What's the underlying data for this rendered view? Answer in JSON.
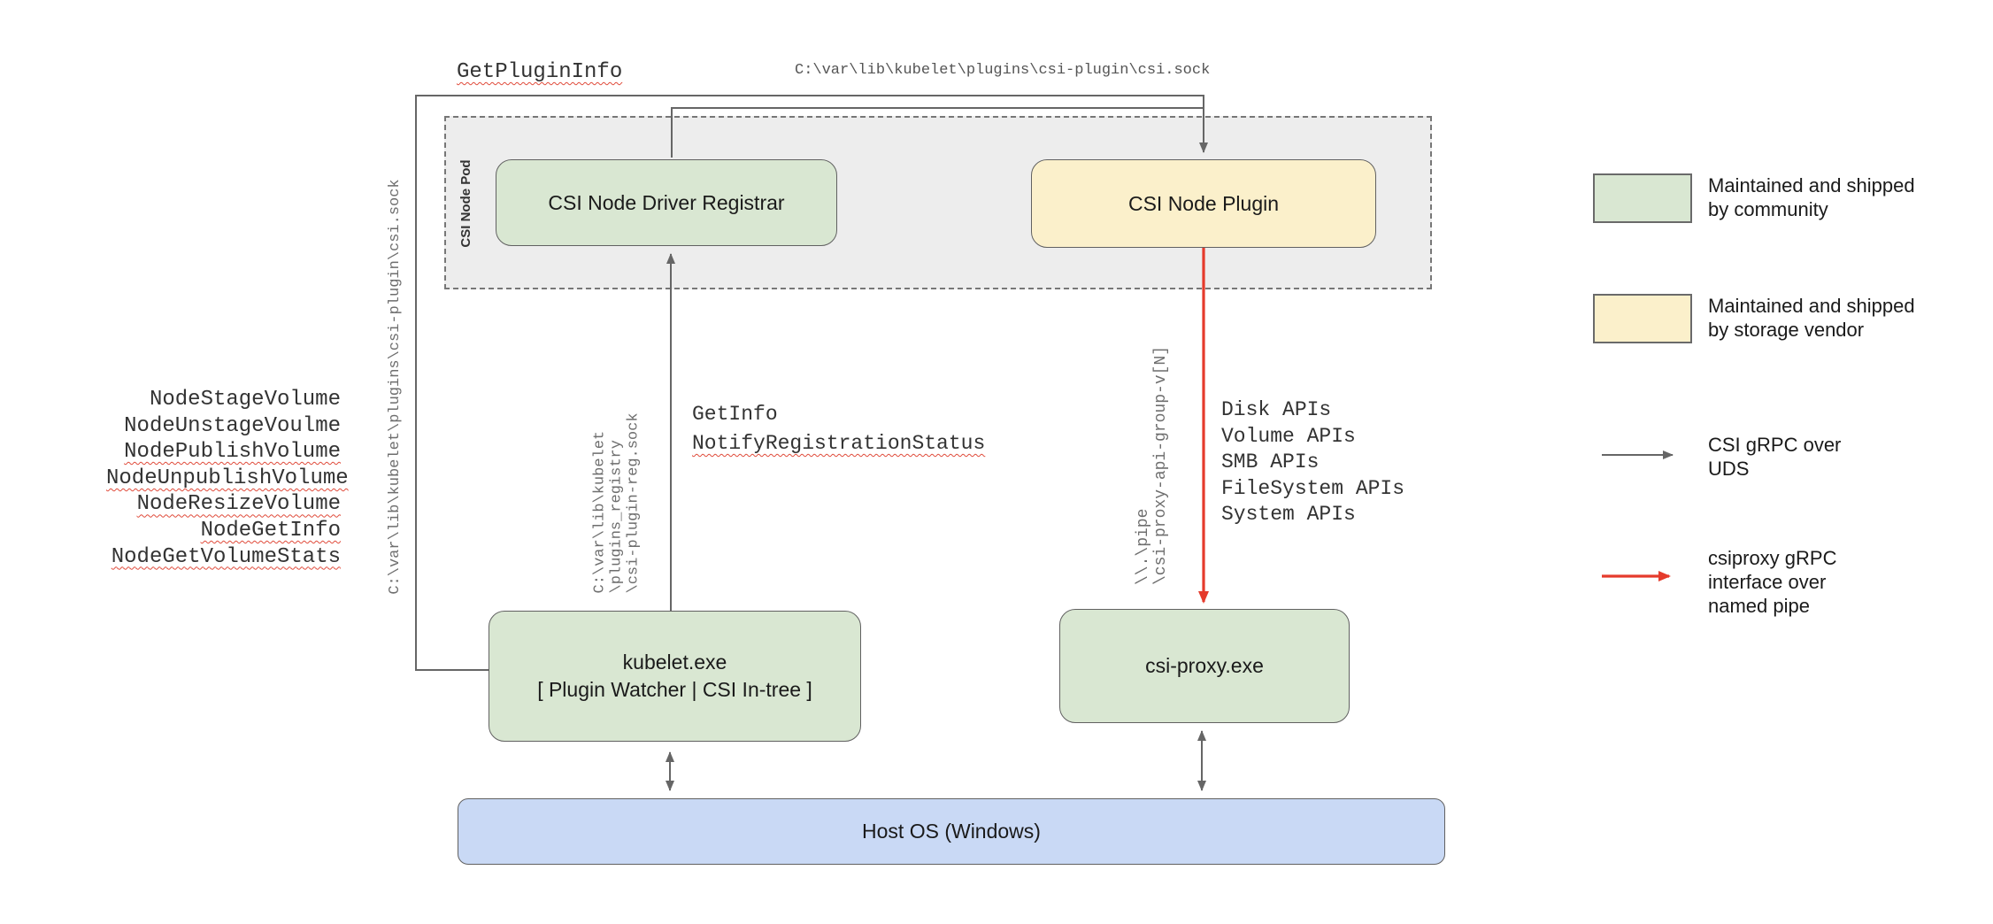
{
  "colors": {
    "green-fill": "#d9e7d2",
    "yellow-fill": "#fbf0cb",
    "blue-fill": "#c9d9f5",
    "pod-fill": "#ededed",
    "line-gray": "#666666",
    "line-red": "#e53b2c",
    "squiggle-red": "#e04a3a"
  },
  "top": {
    "get_plugin_info": "GetPluginInfo",
    "csi_sock_path": "C:\\var\\lib\\kubelet\\plugins\\csi-plugin\\csi.sock"
  },
  "pod": {
    "label": "CSI Node Pod"
  },
  "boxes": {
    "registrar": "CSI Node Driver Registrar",
    "plugin": "CSI Node Plugin",
    "kubelet": "kubelet.exe\n[ Plugin Watcher | CSI In-tree ]",
    "csi_proxy": "csi-proxy.exe",
    "host_os": "Host OS (Windows)"
  },
  "left_panel": {
    "csi_sock_vertical": "C:\\var\\lib\\kubelet\\plugins\\csi-plugin\\csi.sock",
    "node_calls": [
      "NodeStageVolume",
      "NodeUnstageVoulme",
      "NodePublishVolume",
      "NodeUnpublishVolume",
      "NodeResizeVolume",
      "NodeGetInfo",
      "NodeGetVolumeStats"
    ]
  },
  "registration": {
    "registry_path": "C:\\var\\lib\\kubelet\n\\plugins_registry\n\\csi-plugin-reg.sock",
    "get_info": "GetInfo",
    "notify": "NotifyRegistrationStatus"
  },
  "proxy_channel": {
    "pipe_path": "\\\\.\\pipe\n\\csi-proxy-api-group-v[N]",
    "api_calls": [
      "Disk APIs",
      "Volume APIs",
      "SMB APIs",
      "FileSystem APIs",
      "System APIs"
    ]
  },
  "legend": {
    "community": "Maintained and shipped\nby community",
    "vendor": "Maintained and shipped\nby storage vendor",
    "uds": "CSI gRPC over\nUDS",
    "namedpipe": "csiproxy gRPC\ninterface over\nnamed pipe"
  }
}
